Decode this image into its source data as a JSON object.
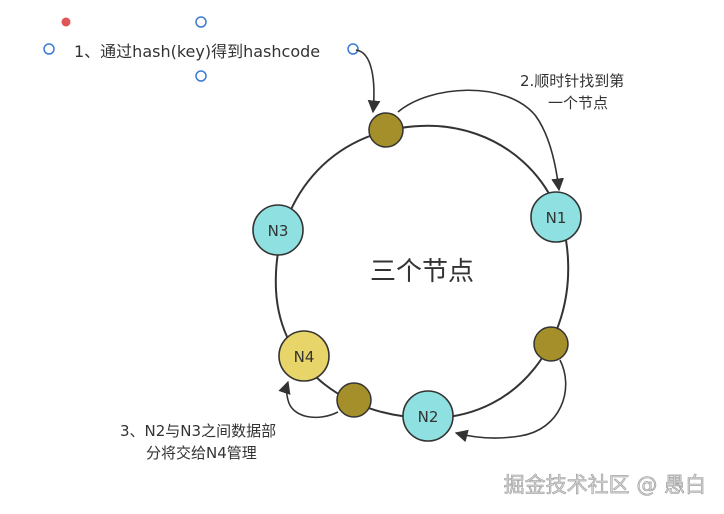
{
  "step1": "1、通过hash(key)得到hashcode",
  "step2_line1": "2.顺时针找到第",
  "step2_line2": "一个节点",
  "step3_line1": "3、N2与N3之间数据部",
  "step3_line2": "分将交给N4管理",
  "center_title": "三个节点",
  "nodes": {
    "n1": "N1",
    "n2": "N2",
    "n3": "N3",
    "n4": "N4"
  },
  "watermark": "掘金技术社区 @ 愚白",
  "colors": {
    "node_cyan": "#8fe0e0",
    "node_yellow": "#e8d56a",
    "hash_point": "#a48f2a",
    "ring": "#333333",
    "selection_dot": "#e05555",
    "selection_handle": "#3a7bd5"
  }
}
